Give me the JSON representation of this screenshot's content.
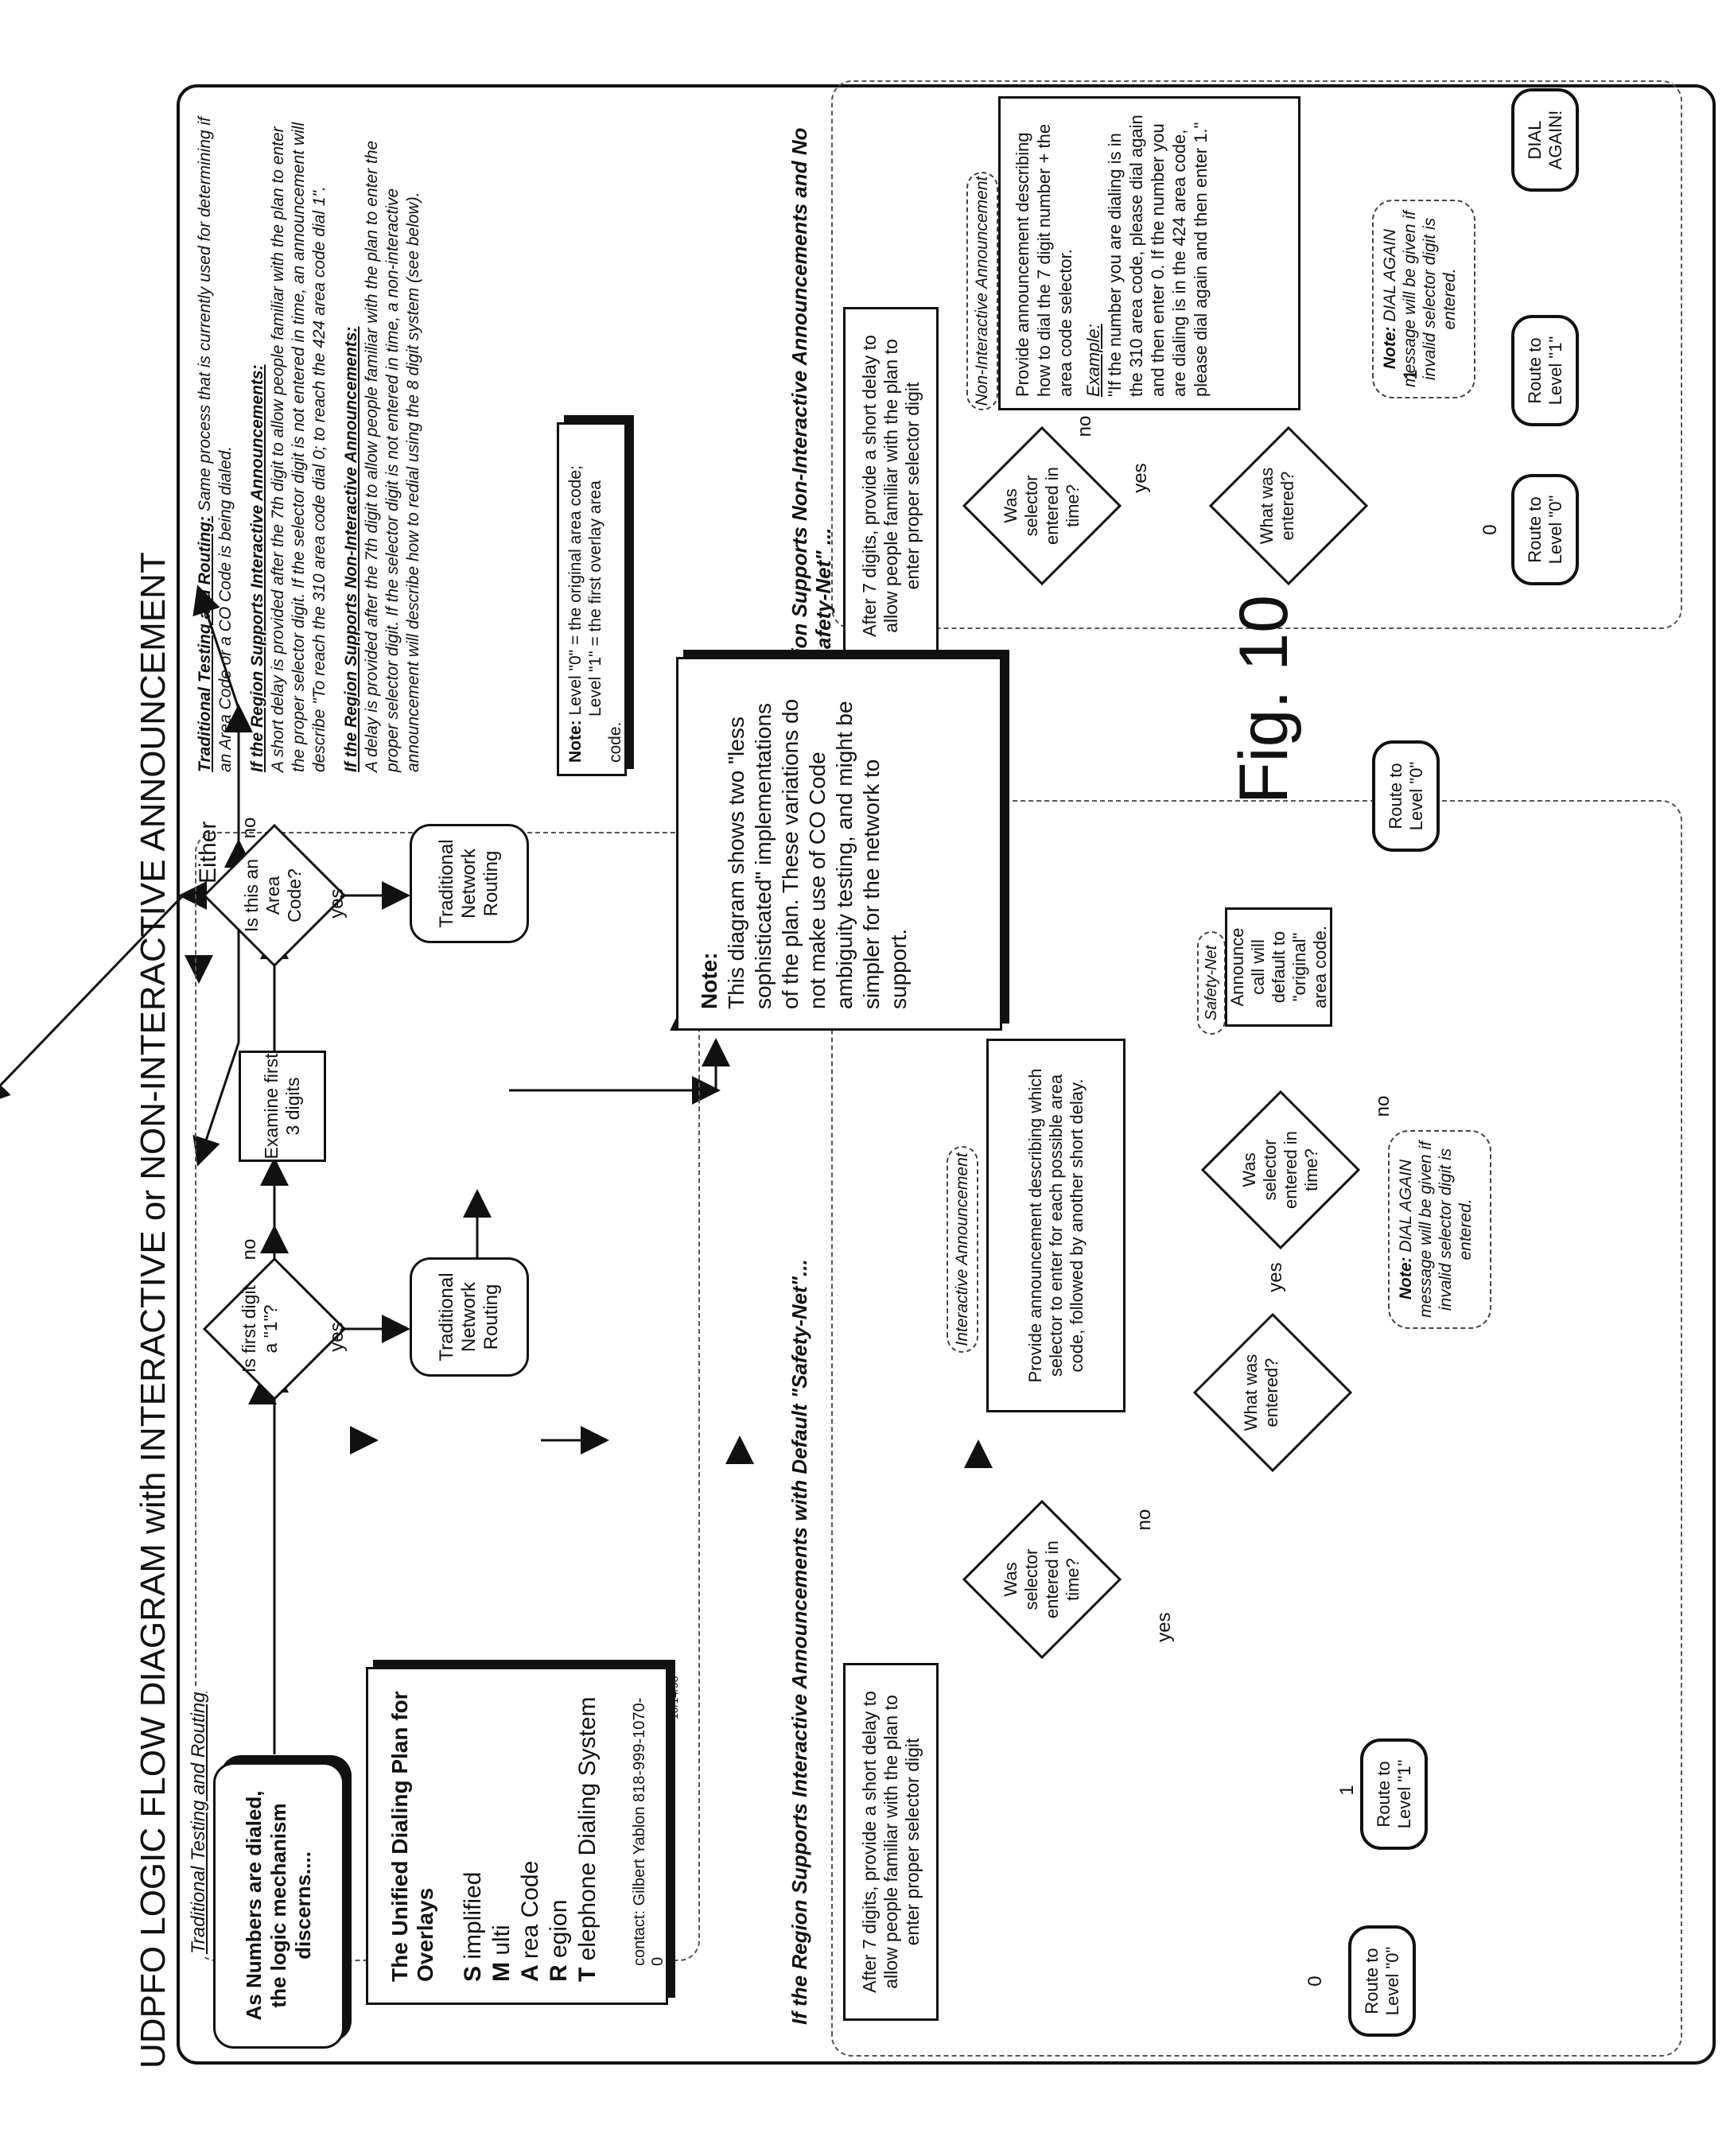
{
  "title": "UDPFO LOGIC FLOW DIAGRAM with INTERACTIVE or NON-INTERACTIVE ANNOUNCEMENT",
  "figure_label": "Fig. 10",
  "top": {
    "start": "As Numbers are dialed, the logic mechanism discerns....",
    "section_label": "Traditional Testing and Routing",
    "q_first_digit": "Is first digit a \"1\"?",
    "examine": "Examine first 3 digits",
    "q_area_code": "Is this an Area Code?",
    "trad_routing_1": "Traditional Network Routing",
    "trad_routing_2": "Traditional Network Routing",
    "yes": "yes",
    "no": "no",
    "either": "Either"
  },
  "smarts": {
    "title": "The Unified Dialing Plan for Overlays",
    "lines": [
      {
        "letter": "S",
        "rest": "implified"
      },
      {
        "letter": "M",
        "rest": "ulti"
      },
      {
        "letter": "A",
        "rest": "rea Code"
      },
      {
        "letter": "R",
        "rest": "egion"
      },
      {
        "letter": "T",
        "rest": "elephone Dialing System"
      }
    ],
    "contact": "contact: Gilbert Yablon 818-999-1070-0",
    "date": "10/14/98"
  },
  "left_branch": {
    "heading": "If the Region Supports Interactive Announcements with Default \"Safety-Net\"...",
    "delay": "After 7 digits, provide a short delay to allow people familiar with the plan to enter proper selector digit",
    "q_selector": "Was selector entered in time?",
    "announce_label": "Interactive Announcement",
    "announce": "Provide announcement describing which selector to enter for each possible area code, followed by another short delay.",
    "q_selector2": "Was selector entered in time?",
    "safety_label": "Safety-Net",
    "safety": "Announce call will default to \"original\" area code.",
    "q_what": "What was entered?",
    "route0": "Route to Level \"0\"",
    "route1": "Route to Level \"1\"",
    "route0b": "Route to Level \"0\"",
    "note_title": "Note:",
    "note": "DIAL AGAIN message will be given if invalid selector digit is entered.",
    "no": "no",
    "yes": "yes",
    "zero": "0",
    "one": "1"
  },
  "right_branch": {
    "heading": "If the Region Supports Non-Interactive Announcements and No Default \"Safety-Net\" ...",
    "delay": "After 7 digits, provide a short delay to allow people familiar with the plan to enter proper selector digit",
    "q_selector": "Was selector entered in time?",
    "announce_label": "Non-Interactive Announcement",
    "announce": "Provide announcement describing how to dial the 7 digit number + the area code selector.",
    "example_label": "Example:",
    "example": "\"If the number you are dialing is in the 310 area code, please dial again and then enter 0. If the number you are dialing is in the 424 area code, please dial again and then enter 1.\"",
    "q_what": "What was entered?",
    "route0": "Route to Level \"0\"",
    "route1": "Route to Level \"1\"",
    "dial_again": "DIAL AGAIN!",
    "note_title": "Note:",
    "note": "DIAL AGAIN message will be given if invalid selector digit is entered.",
    "no": "no",
    "yes": "yes",
    "zero": "0",
    "one": "1"
  },
  "explanations": {
    "p1_title": "Traditional Testing and Routing:",
    "p1": "Same process that is currently used for determining if an Area Code or a CO Code is being dialed.",
    "p2_title": "If the Region Supports Interactive Announcements:",
    "p2": "A short delay is provided after the 7th digit to allow people familiar with the plan to enter the proper selector digit. If the selector digit is not entered in time, an announcement will describe \"To reach the 310 area code dial 0; to reach the 424 area code dial 1\".",
    "p3_title": "If the Region Supports Non-Interactive Announcements:",
    "p3": "A delay is provided after the 7th digit to allow people familiar with the plan to enter the proper selector digit. If the selector digit is not entered in time, a non-interactive announcement will describe how to redial using the 8 digit system (see below).",
    "level_note_title": "Note:",
    "level_note_1": "Level \"0\" = the original area code;",
    "level_note_2": "Level \"1\" = the first overlay area code."
  },
  "side_note": {
    "title": "Note:",
    "text": "This diagram shows two \"less sophisticated\" implementations of the plan. These variations do not make use of CO Code ambiguity testing, and might be simpler for the network to support."
  }
}
